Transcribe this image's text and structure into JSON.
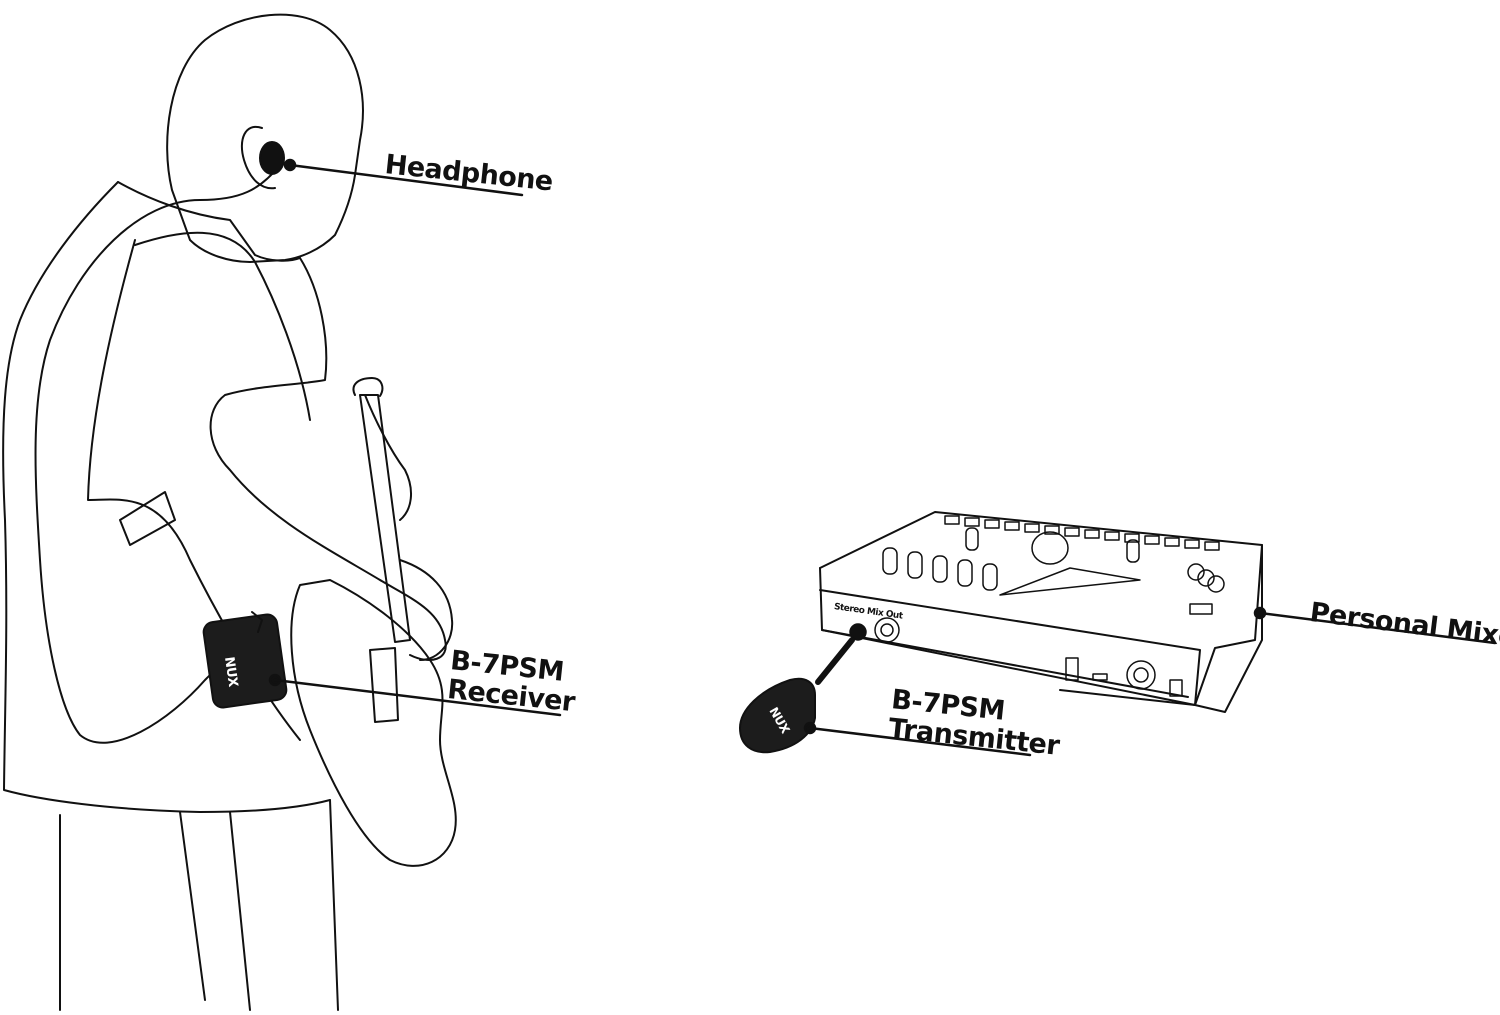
{
  "labels": {
    "headphone": "Headphone",
    "receiver_line1": "B-7PSM",
    "receiver_line2": "Receiver",
    "mixer": "Personal Mixer",
    "transmitter_line1": "B-7PSM",
    "transmitter_line2": "Transmitter",
    "stereo_mix_out": "Stereo Mix Out",
    "device_logo": "NUX"
  },
  "colors": {
    "ink": "#111111",
    "device_body": "#1c1c1c",
    "background": "#ffffff"
  }
}
